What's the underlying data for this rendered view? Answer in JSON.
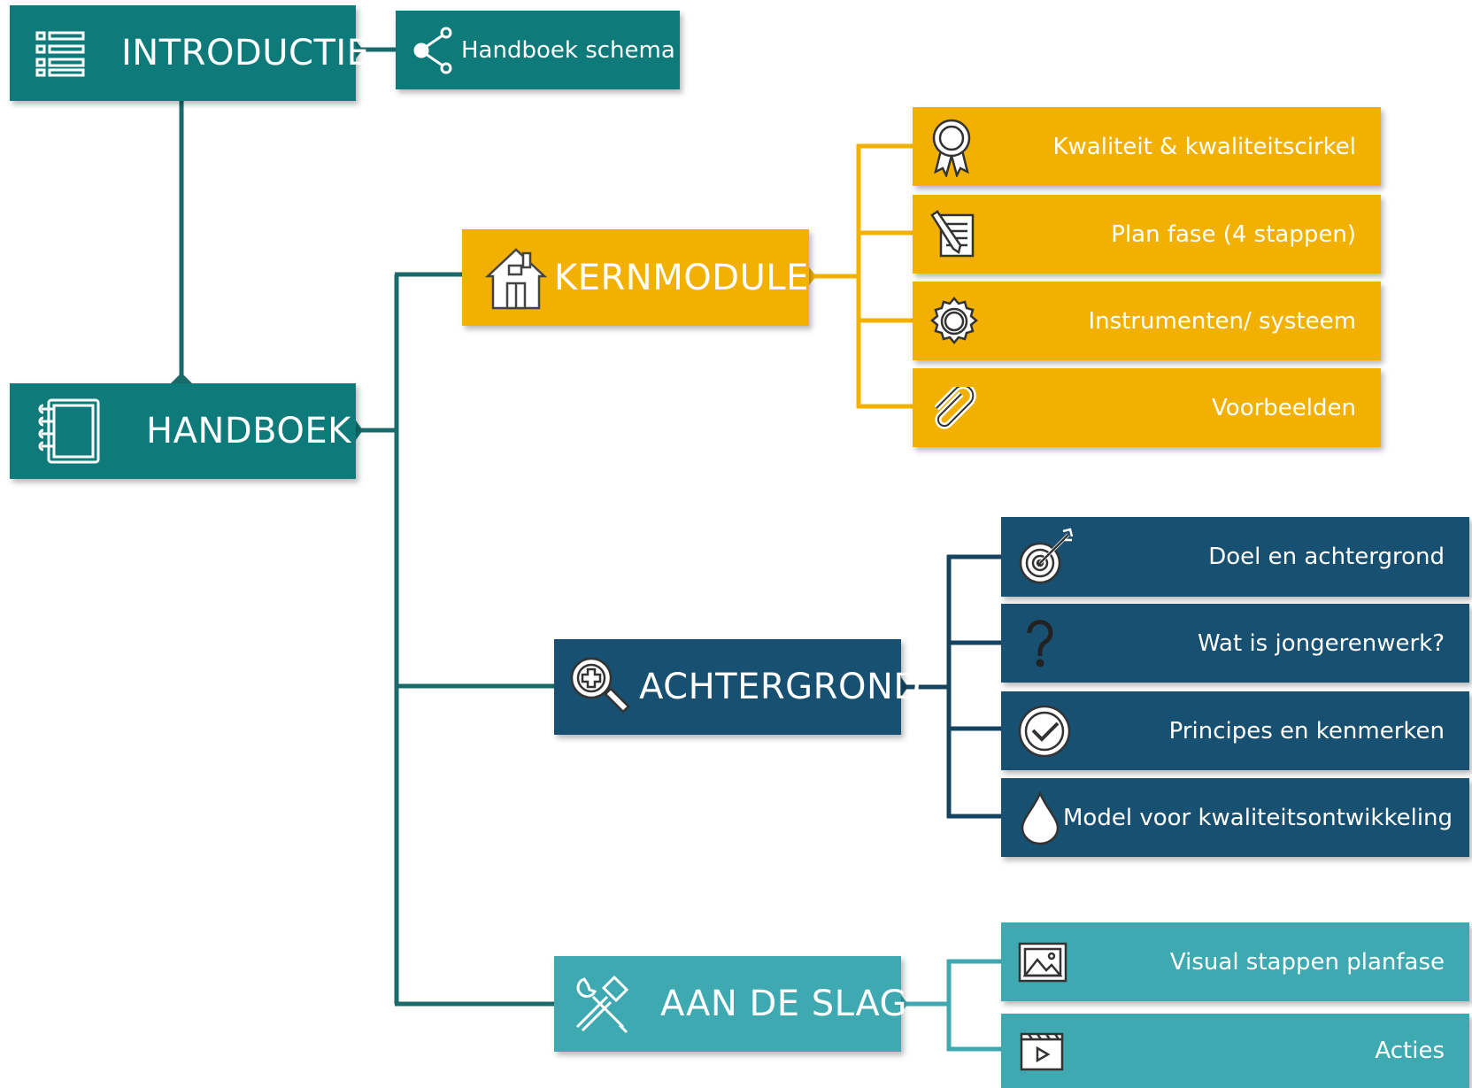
{
  "colors": {
    "teal": "#0e7b7a",
    "yellow": "#f2b100",
    "navy": "#175070",
    "aqua": "#3fa9b1",
    "connector_teal": "#1a6a6b",
    "connector_yellow": "#f2b100",
    "connector_navy": "#16435f",
    "connector_aqua": "#3fa9b1"
  },
  "introductie": {
    "label": "INTRODUCTIE",
    "icon": "list-icon",
    "child": {
      "label": "Handboek schema",
      "icon": "share-icon"
    }
  },
  "handboek": {
    "label": "HANDBOEK",
    "icon": "notebook-icon"
  },
  "kernmodule": {
    "label": "KERNMODULE",
    "icon": "house-icon",
    "items": [
      {
        "label": "Kwaliteit & kwaliteitscirkel",
        "icon": "award-ribbon-icon"
      },
      {
        "label": "Plan fase (4 stappen)",
        "icon": "document-pencil-icon"
      },
      {
        "label": "Instrumenten/ systeem",
        "icon": "gear-icon"
      },
      {
        "label": "Voorbeelden",
        "icon": "paperclip-icon"
      }
    ]
  },
  "achtergrond": {
    "label": "ACHTERGROND",
    "icon": "magnifier-plus-icon",
    "items": [
      {
        "label": "Doel en achtergrond",
        "icon": "target-icon"
      },
      {
        "label": "Wat is jongerenwerk?",
        "icon": "question-icon"
      },
      {
        "label": "Principes en kenmerken",
        "icon": "check-circle-icon"
      },
      {
        "label": "Model voor kwaliteitsontwikkeling",
        "icon": "drop-icon"
      }
    ]
  },
  "aan_de_slag": {
    "label": "AAN DE SLAG",
    "icon": "tools-icon",
    "items": [
      {
        "label": "Visual stappen planfase",
        "icon": "image-icon"
      },
      {
        "label": "Acties",
        "icon": "film-play-icon"
      }
    ]
  }
}
